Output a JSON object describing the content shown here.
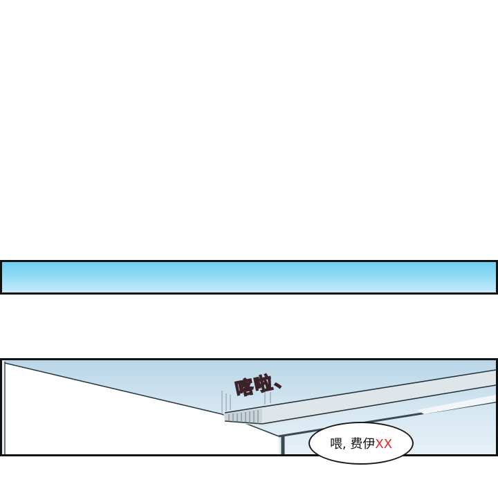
{
  "panels": {
    "sky_strip": "sky",
    "scene": "rooftop-corner"
  },
  "sound_effect": "喀啦、",
  "speech_bubble": {
    "text_main": "喂, 费伊",
    "text_censored": "XX"
  },
  "colors": {
    "sky_top": "#6fd0f2",
    "sky_bottom": "#c7ecfb",
    "sfx_fill": "#ec8a9c",
    "censor_red": "#e8212a",
    "border": "#111111"
  }
}
